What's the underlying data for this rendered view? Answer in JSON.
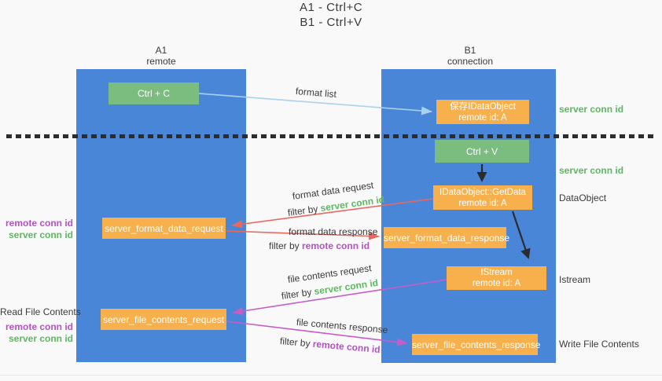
{
  "title": {
    "line1": "A1 - Ctrl+C",
    "line2": "B1 - Ctrl+V"
  },
  "lifelines": {
    "left": {
      "name": "A1",
      "role": "remote"
    },
    "right": {
      "name": "B1",
      "role": "connection"
    }
  },
  "nodes": {
    "ctrl_c": "Ctrl + C",
    "ctrl_v": "Ctrl + V",
    "save_dataobject": {
      "line1": "保存IDataObject",
      "line2": "remote id: A"
    },
    "getdata": {
      "line1": "IDataObject::GetData",
      "line2": "remote id: A"
    },
    "istream": {
      "line1": "IStream",
      "line2": "remote id: A"
    },
    "format_request": "server_format_data_request",
    "format_response": "server_format_data_response",
    "file_request": "server_file_contents_request",
    "file_response": "server_file_contents_response"
  },
  "edge_labels": {
    "format_list": "format list",
    "format_data_request": "format data request",
    "format_data_response": "format data response",
    "file_contents_request": "file contents request",
    "file_contents_response": "file contents response",
    "filter_by": "filter by "
  },
  "keys": {
    "server_conn_id": "server conn id",
    "remote_conn_id": "remote conn id"
  },
  "side_labels": {
    "dataobject": "DataObject",
    "istream": "Istream",
    "read_file_contents": "Read File Contents",
    "write_file_contents": "Write File Contents"
  },
  "colors": {
    "lifeline_blue": "#4a86d8",
    "box_green": "#7abd7e",
    "box_orange": "#f8b04c",
    "arrow_red": "#e8685e",
    "arrow_magenta": "#c45ec4",
    "arrow_light_blue": "#a9d2ee",
    "arrow_black": "#2c2c2c",
    "text_green": "#5cb85f",
    "text_purple": "#b153c1",
    "background": "#f9f9f9"
  }
}
